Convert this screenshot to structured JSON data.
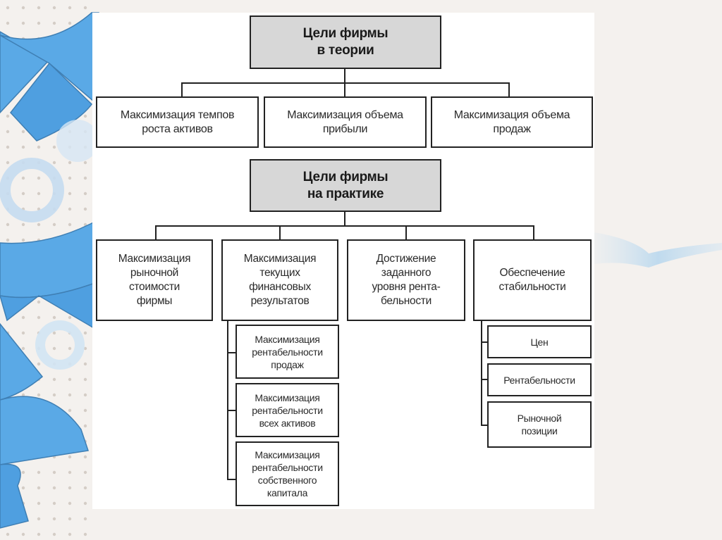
{
  "diagram": {
    "theory": {
      "title": "Цели фирмы\nв теории",
      "children": [
        "Максимизация темпов\nроста активов",
        "Максимизация объема\nприбыли",
        "Максимизация объема\nпродаж"
      ]
    },
    "practice": {
      "title": "Цели фирмы\nна практике",
      "children": [
        {
          "label": "Максимизация\nрыночной\nстоимости\nфирмы",
          "sub": []
        },
        {
          "label": "Максимизация\nтекущих\nфинансовых\nрезультатов",
          "sub": [
            "Максимизация\nрентабельности\nпродаж",
            "Максимизация\nрентабельности\nвсех активов",
            "Максимизация\nрентабельности\nсобственного\nкапитала"
          ]
        },
        {
          "label": "Достижение\nзаданного\nуровня рента-\nбельности",
          "sub": []
        },
        {
          "label": "Обеспечение\nстабильности",
          "sub": [
            "Цен",
            "Рентабельности",
            "Рыночной\nпозиции"
          ]
        }
      ]
    }
  },
  "colors": {
    "header_fill": "#d7d7d7",
    "line": "#222222",
    "accent_blue": "#5aa9e6"
  }
}
